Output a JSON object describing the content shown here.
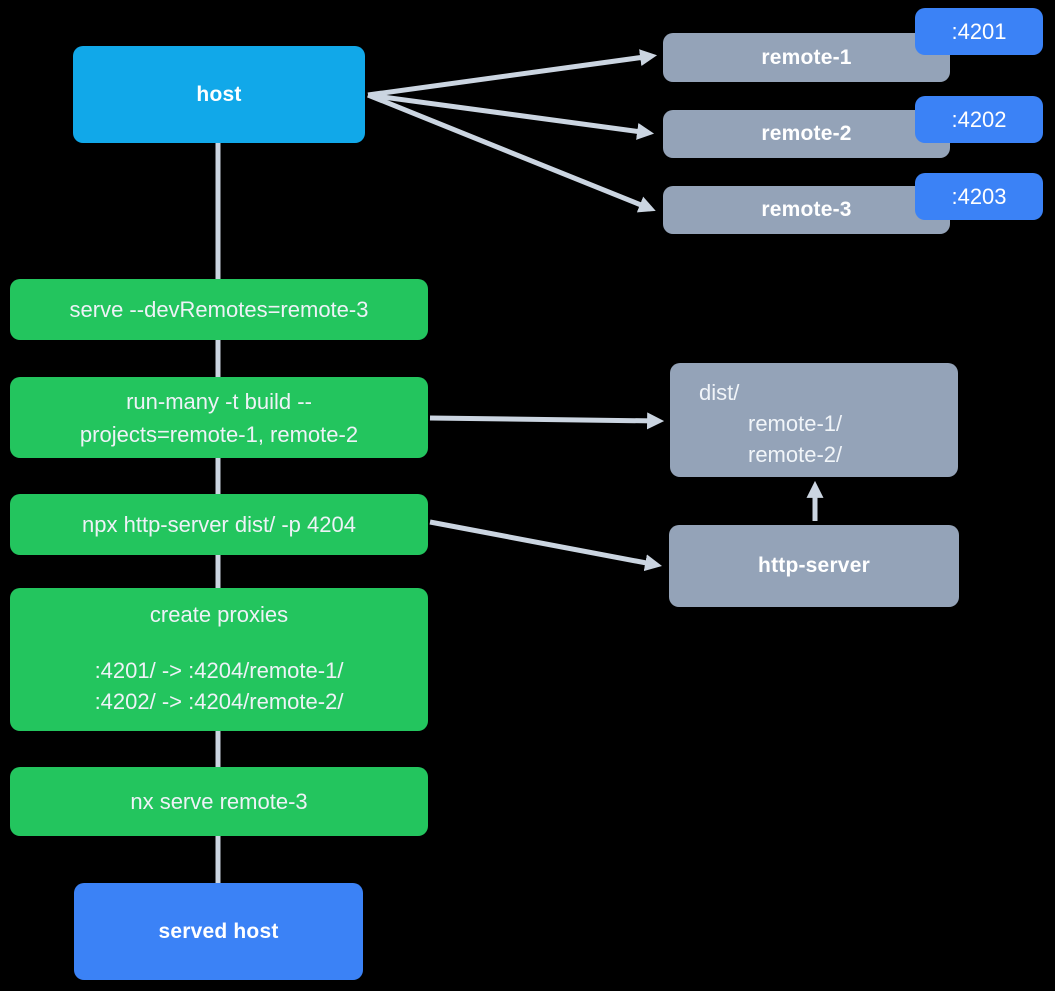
{
  "diagram": {
    "host": {
      "label": "host"
    },
    "served_host": {
      "label": "served host"
    },
    "remotes": [
      {
        "name": "remote-1",
        "port": ":4201"
      },
      {
        "name": "remote-2",
        "port": ":4202"
      },
      {
        "name": "remote-3",
        "port": ":4203"
      }
    ],
    "steps": [
      {
        "lines": [
          "serve --devRemotes=remote-3"
        ]
      },
      {
        "lines": [
          "run-many -t build --",
          "projects=remote-1, remote-2"
        ]
      },
      {
        "lines": [
          "npx http-server dist/ -p 4204"
        ]
      },
      {
        "title": "create proxies",
        "rules": [
          ":4201/ -> :4204/remote-1/",
          ":4202/ -> :4204/remote-2/"
        ]
      },
      {
        "lines": [
          "nx serve remote-3"
        ]
      }
    ],
    "dist": {
      "line1": "dist/",
      "line2": "remote-1/",
      "line3": "remote-2/"
    },
    "http_server": {
      "label": "http-server"
    }
  },
  "colors": {
    "background": "#000000",
    "host_cyan": "#11a8e9",
    "node_gray": "#94a3b8",
    "port_blue": "#3b82f6",
    "step_green": "#23c55e",
    "arrow_gray": "#cbd5e1"
  }
}
